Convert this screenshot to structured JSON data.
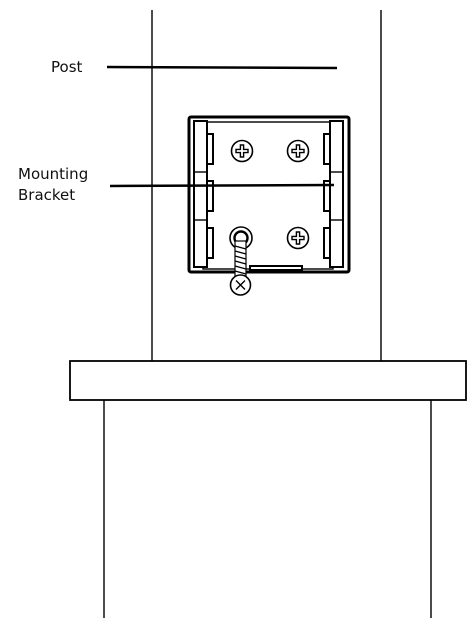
{
  "labels": {
    "post": "Post",
    "mounting_line1": "Mounting",
    "mounting_line2": "Bracket"
  }
}
